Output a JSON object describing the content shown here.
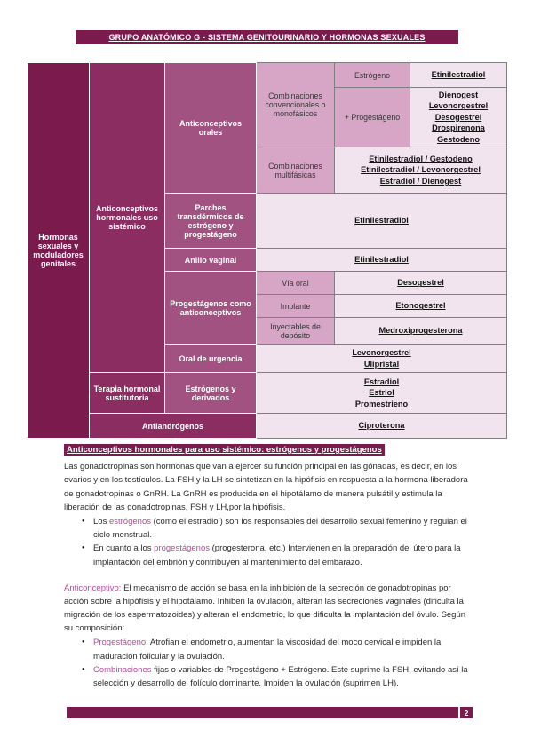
{
  "header": {
    "title": "GRUPO ANATÓMICO G - SISTEMA GENITOURINARIO Y HORMONAS SEXUALES"
  },
  "colors": {
    "dark_maroon": "#7A1A4D",
    "mid_plum": "#8C2D62",
    "plum": "#A25280",
    "label_pink": "#D7A6C6",
    "value_pink": "#F2E4EE",
    "accent_magenta": "#B14D96"
  },
  "table": {
    "group": "Hormonas sexuales y moduladores genitales",
    "b_anticonceptivos": "Anticonceptivos hormonales uso sistémico",
    "b_terapia": "Terapia hormonal sustitutoria",
    "b_antiandrogenos": "Antiandrógenos",
    "c_orales": "Anticonceptivos orales",
    "c_parches": "Parches transdérmicos de estrógeno y progestágeno",
    "c_anillo": "Anillo vaginal",
    "c_progestagenos": "Progestágenos como anticonceptivos",
    "c_urgencia": "Oral de urgencia",
    "c_estrogenos": "Estrógenos y derivados",
    "d_convencionales": "Combinaciones convencionales o monofásicos",
    "d_multifasicas": "Combinaciones multifásicas",
    "d_via_oral": "Vía oral",
    "d_implante": "Implante",
    "d_inyectables": "Inyectables de depósito",
    "e_estrogeno": "Estrógeno",
    "e_progestageno": "+ Progestágeno",
    "v_estrogeno": "Etinilestradiol",
    "v_progestagenos": "Dienogest\nLevonorgestrel\nDesogestrel\nDrospirenona\nGestodeno",
    "v_multifasicas": "Etinilestradiol / Gestodeno\nEtinilestradiol / Levonorgestrel\nEstradiol / Dienogest",
    "v_parches": "Etinilestradiol",
    "v_anillo": "Etinilestradiol",
    "v_via_oral": "Desogestrel",
    "v_implante": "Etonogestrel",
    "v_inyectables": "Medroxiprogesterona",
    "v_urgencia": "Levonorgestrel\nUlipristal",
    "v_terapia": "Estradiol\nEstriol\nPromestrieno",
    "v_antiandrogenos": "Ciproterona"
  },
  "content": {
    "section_title": "Anticonceptivos hormonales para uso sistémico: estrógenos y progestágenos",
    "p1": "Las gonadotropinas son hormonas que van a ejercer su función principal en las gónadas, es decir, en los ovarios y en los testículos. La FSH y la LH se sintetizan en la hipófisis en respuesta a la hormona liberadora de gonadotropinas o GnRH. La GnRH es producida en el hipotálamo de manera pulsátil y estimula la liberación de las gonadotropinas, FSH y LH,por la hipófisis.",
    "bullets1": [
      {
        "pre": "Los ",
        "key": "estrógenos",
        "rest": " (como el estradiol) son los responsables del desarrollo sexual femenino y regulan el ciclo menstrual."
      },
      {
        "pre": "En cuanto a los ",
        "key": "progestágenos",
        "rest": " (progesterona, etc.) Intervienen en la preparación del útero para la implantación del embrión y contribuyen al mantenimiento del embarazo."
      }
    ],
    "p2": {
      "key": "Anticonceptivo:",
      "rest": " El mecanismo de acción se basa en la inhibición de la secreción de gonadotropinas por acción sobre la hipófisis y el hipotálamo. Inhiben la ovulación, alteran las secreciones vaginales (dificulta la migración de los espermatozoides) y alteran el endometrio, lo que dificulta la implantación del óvulo. Según su composición:"
    },
    "bullets2": [
      {
        "pre": "",
        "key": "Progestágeno:",
        "rest": " Atrofian el endometrio, aumentan la viscosidad del moco cervical e impiden la maduración folicular y la ovulación."
      },
      {
        "pre": "",
        "key": "Combinaciones",
        "rest": " fijas o variables de Progestágeno + Estrógeno. Este suprime la FSH, evitando así la selección y desarrollo del folículo dominante. Impiden la ovulación (suprimen LH)."
      }
    ]
  },
  "footer": {
    "page_number": "2"
  }
}
